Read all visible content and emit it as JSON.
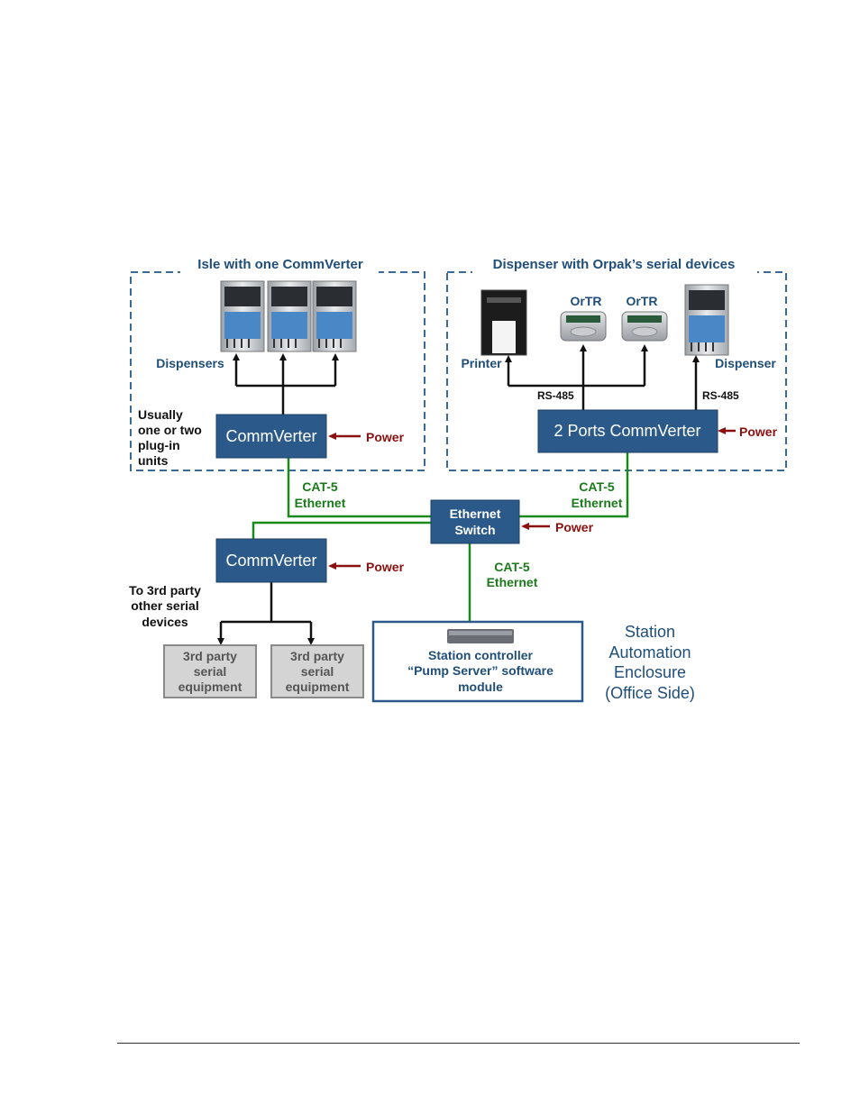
{
  "groups": {
    "isle_title": "Isle with one CommVerter",
    "dispenser_title": "Dispenser with Orpak’s serial devices"
  },
  "labels": {
    "dispensers": "Dispensers",
    "printer": "Printer",
    "ortr_1": "OrTR",
    "ortr_2": "OrTR",
    "dispenser": "Dispenser",
    "rs485_left": "RS-485",
    "rs485_right": "RS-485",
    "usually_lines": [
      "Usually",
      "one or two",
      "plug-in",
      "units"
    ],
    "to3rd_lines": [
      "To 3rd party",
      "other serial",
      "devices"
    ]
  },
  "boxes": {
    "commverter_top": "CommVerter",
    "commverter_2ports": "2 Ports CommVerter",
    "ethernet_switch_lines": [
      "Ethernet",
      "Switch"
    ],
    "commverter_bottom": "CommVerter",
    "third_party_1_lines": [
      "3rd party",
      "serial",
      "equipment"
    ],
    "third_party_2_lines": [
      "3rd party",
      "serial",
      "equipment"
    ],
    "station_controller_lines": [
      "Station controller",
      "“Pump Server” software",
      "module"
    ]
  },
  "power": {
    "p1": "Power",
    "p2": "Power",
    "p3": "Power",
    "p4": "Power"
  },
  "links": {
    "cat5_left_lines": [
      "CAT-5",
      "Ethernet"
    ],
    "cat5_right_lines": [
      "CAT-5",
      "Ethernet"
    ],
    "cat5_bottom_lines": [
      "CAT-5",
      "Ethernet"
    ]
  },
  "enclosure_lines": [
    "Station",
    "Automation",
    "Enclosure",
    "(Office Side)"
  ],
  "colors": {
    "box_blue": "#2b5a8a",
    "line_green": "#1a8a1a",
    "power_red": "#8b1010",
    "label_blue": "#1f4e79",
    "dash_blue": "#3a6a98",
    "gray_box": "#d4d4d4"
  }
}
